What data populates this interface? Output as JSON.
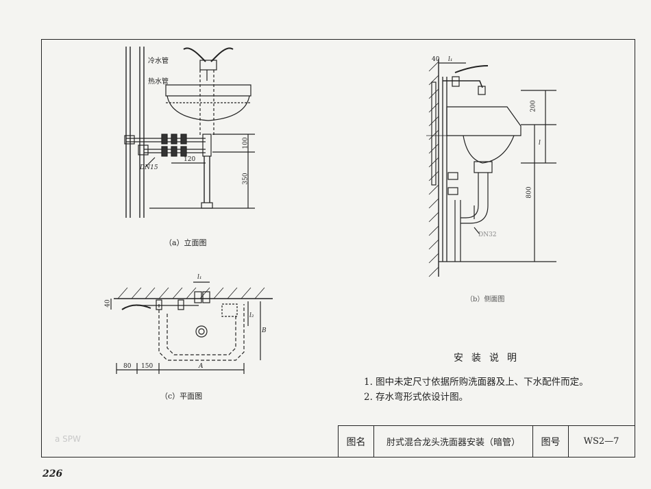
{
  "labels": {
    "cold_pipe": "冷水管",
    "hot_pipe": "热水管",
    "dn15": "DN15",
    "dim_120": "120",
    "dim_100": "100",
    "dim_350": "350",
    "caption_a": "（a）立面图",
    "caption_b": "（b）侧面图",
    "caption_c": "（c）平面图",
    "dim_40_b": "40",
    "dim_l1_b": "l₁",
    "dim_200": "200",
    "dim_l": "l",
    "dim_800": "800",
    "dn32": "DN32",
    "dim_l1_c": "l₁",
    "dim_40_c": "40",
    "dim_l2": "l₂",
    "dim_B": "B",
    "dim_80": "80",
    "dim_150": "150",
    "dim_A": "A"
  },
  "notes": {
    "title": "安装说明",
    "items": [
      "1. 图中未定尺寸依据所购洗面器及上、下水配件而定。",
      "2. 存水弯形式依设计图。"
    ]
  },
  "title_block": {
    "name_label": "图名",
    "name_value": "肘式混合龙头洗面器安装（暗管）",
    "number_label": "图号",
    "number_value": "WS2—7"
  },
  "page_number": "226",
  "stamp": "a SPW"
}
